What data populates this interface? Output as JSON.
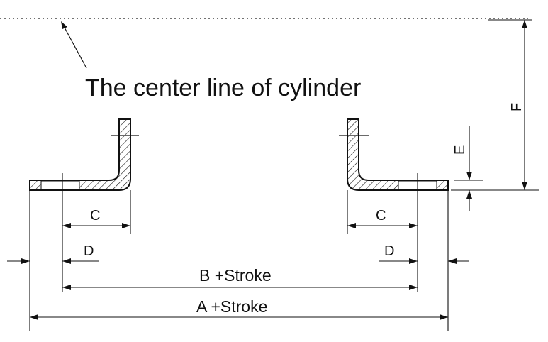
{
  "diagram": {
    "caption": "The center line of cylinder",
    "labels": {
      "A": "A +Stroke",
      "B": "B +Stroke",
      "C_left": "C",
      "C_right": "C",
      "D_left": "D",
      "D_right": "D",
      "E": "E",
      "F": "F"
    }
  }
}
